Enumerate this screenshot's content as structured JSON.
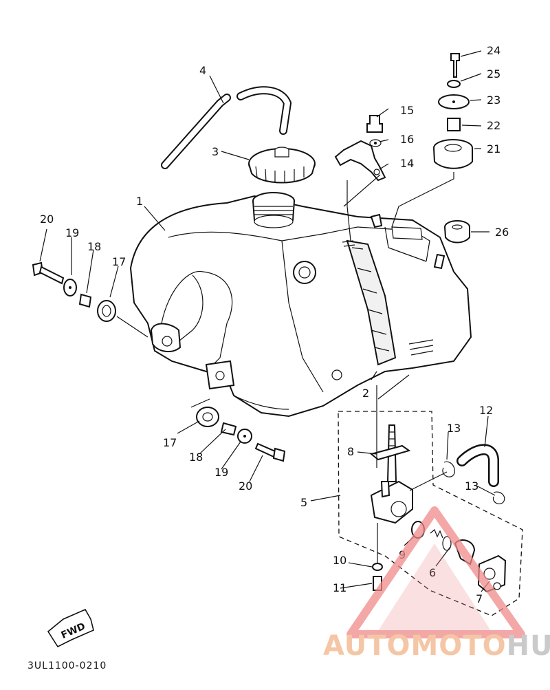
{
  "diagram_code": "3UL1100-0210",
  "fwd_label": "FWD",
  "labels": {
    "l1": "1",
    "l2": "2",
    "l3": "3",
    "l4": "4",
    "l5": "5",
    "l6": "6",
    "l7": "7",
    "l8": "8",
    "l9": "9",
    "l10": "10",
    "l11": "11",
    "l12": "12",
    "l13a": "13",
    "l13b": "13",
    "l14": "14",
    "l15": "15",
    "l16": "16",
    "l17a": "17",
    "l17b": "17",
    "l18a": "18",
    "l18b": "18",
    "l19a": "19",
    "l19b": "19",
    "l20a": "20",
    "l20b": "20",
    "l21": "21",
    "l22": "22",
    "l23": "23",
    "l24": "24",
    "l25": "25",
    "l26": "26"
  },
  "watermark": {
    "part1": "AUTOMOTO",
    "part2": "HUB",
    "color1": "#f2b487",
    "color2": "#b9b9b9",
    "triangle_color": "#ef8a8a"
  }
}
